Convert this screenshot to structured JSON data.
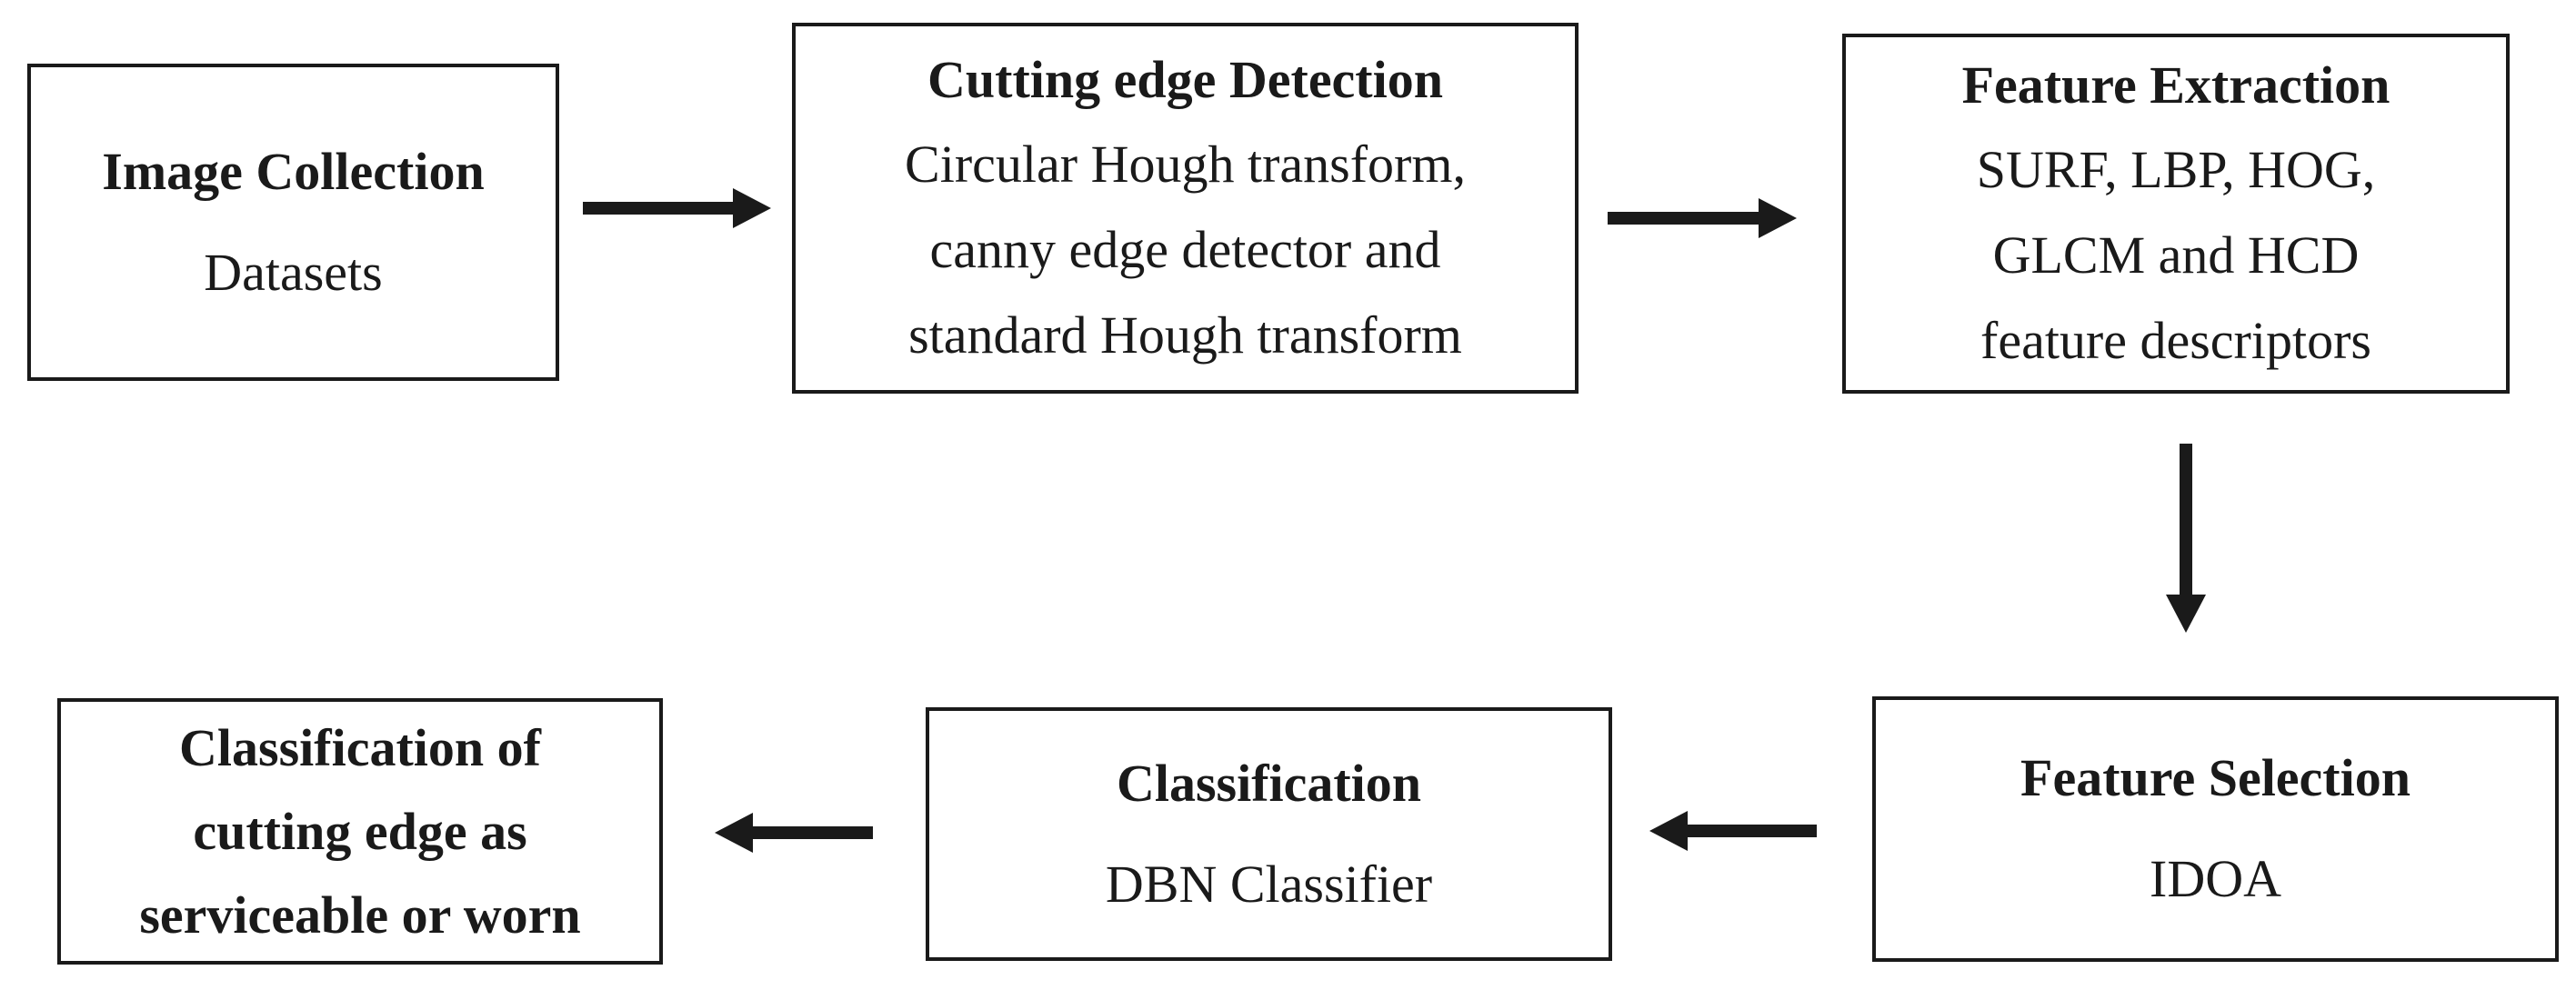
{
  "boxes": [
    {
      "id": "image-collection",
      "title": "Image Collection",
      "lines": [
        "Datasets"
      ]
    },
    {
      "id": "cutting-edge-detection",
      "title": "Cutting edge Detection",
      "lines": [
        "Circular Hough transform,",
        "canny edge detector and",
        "standard Hough transform"
      ]
    },
    {
      "id": "feature-extraction",
      "title": "Feature Extraction",
      "lines": [
        "SURF, LBP, HOG,",
        "GLCM and HCD",
        "feature descriptors"
      ]
    },
    {
      "id": "feature-selection",
      "title": "Feature Selection",
      "lines": [
        "IDOA"
      ]
    },
    {
      "id": "classification",
      "title": "Classification",
      "lines": [
        "DBN Classifier"
      ]
    },
    {
      "id": "classification-result",
      "title_lines": [
        "Classification of",
        "cutting edge as",
        "serviceable or worn"
      ]
    }
  ],
  "arrow_color": "#1a1a1a",
  "box_border_color": "#1a1a1a"
}
